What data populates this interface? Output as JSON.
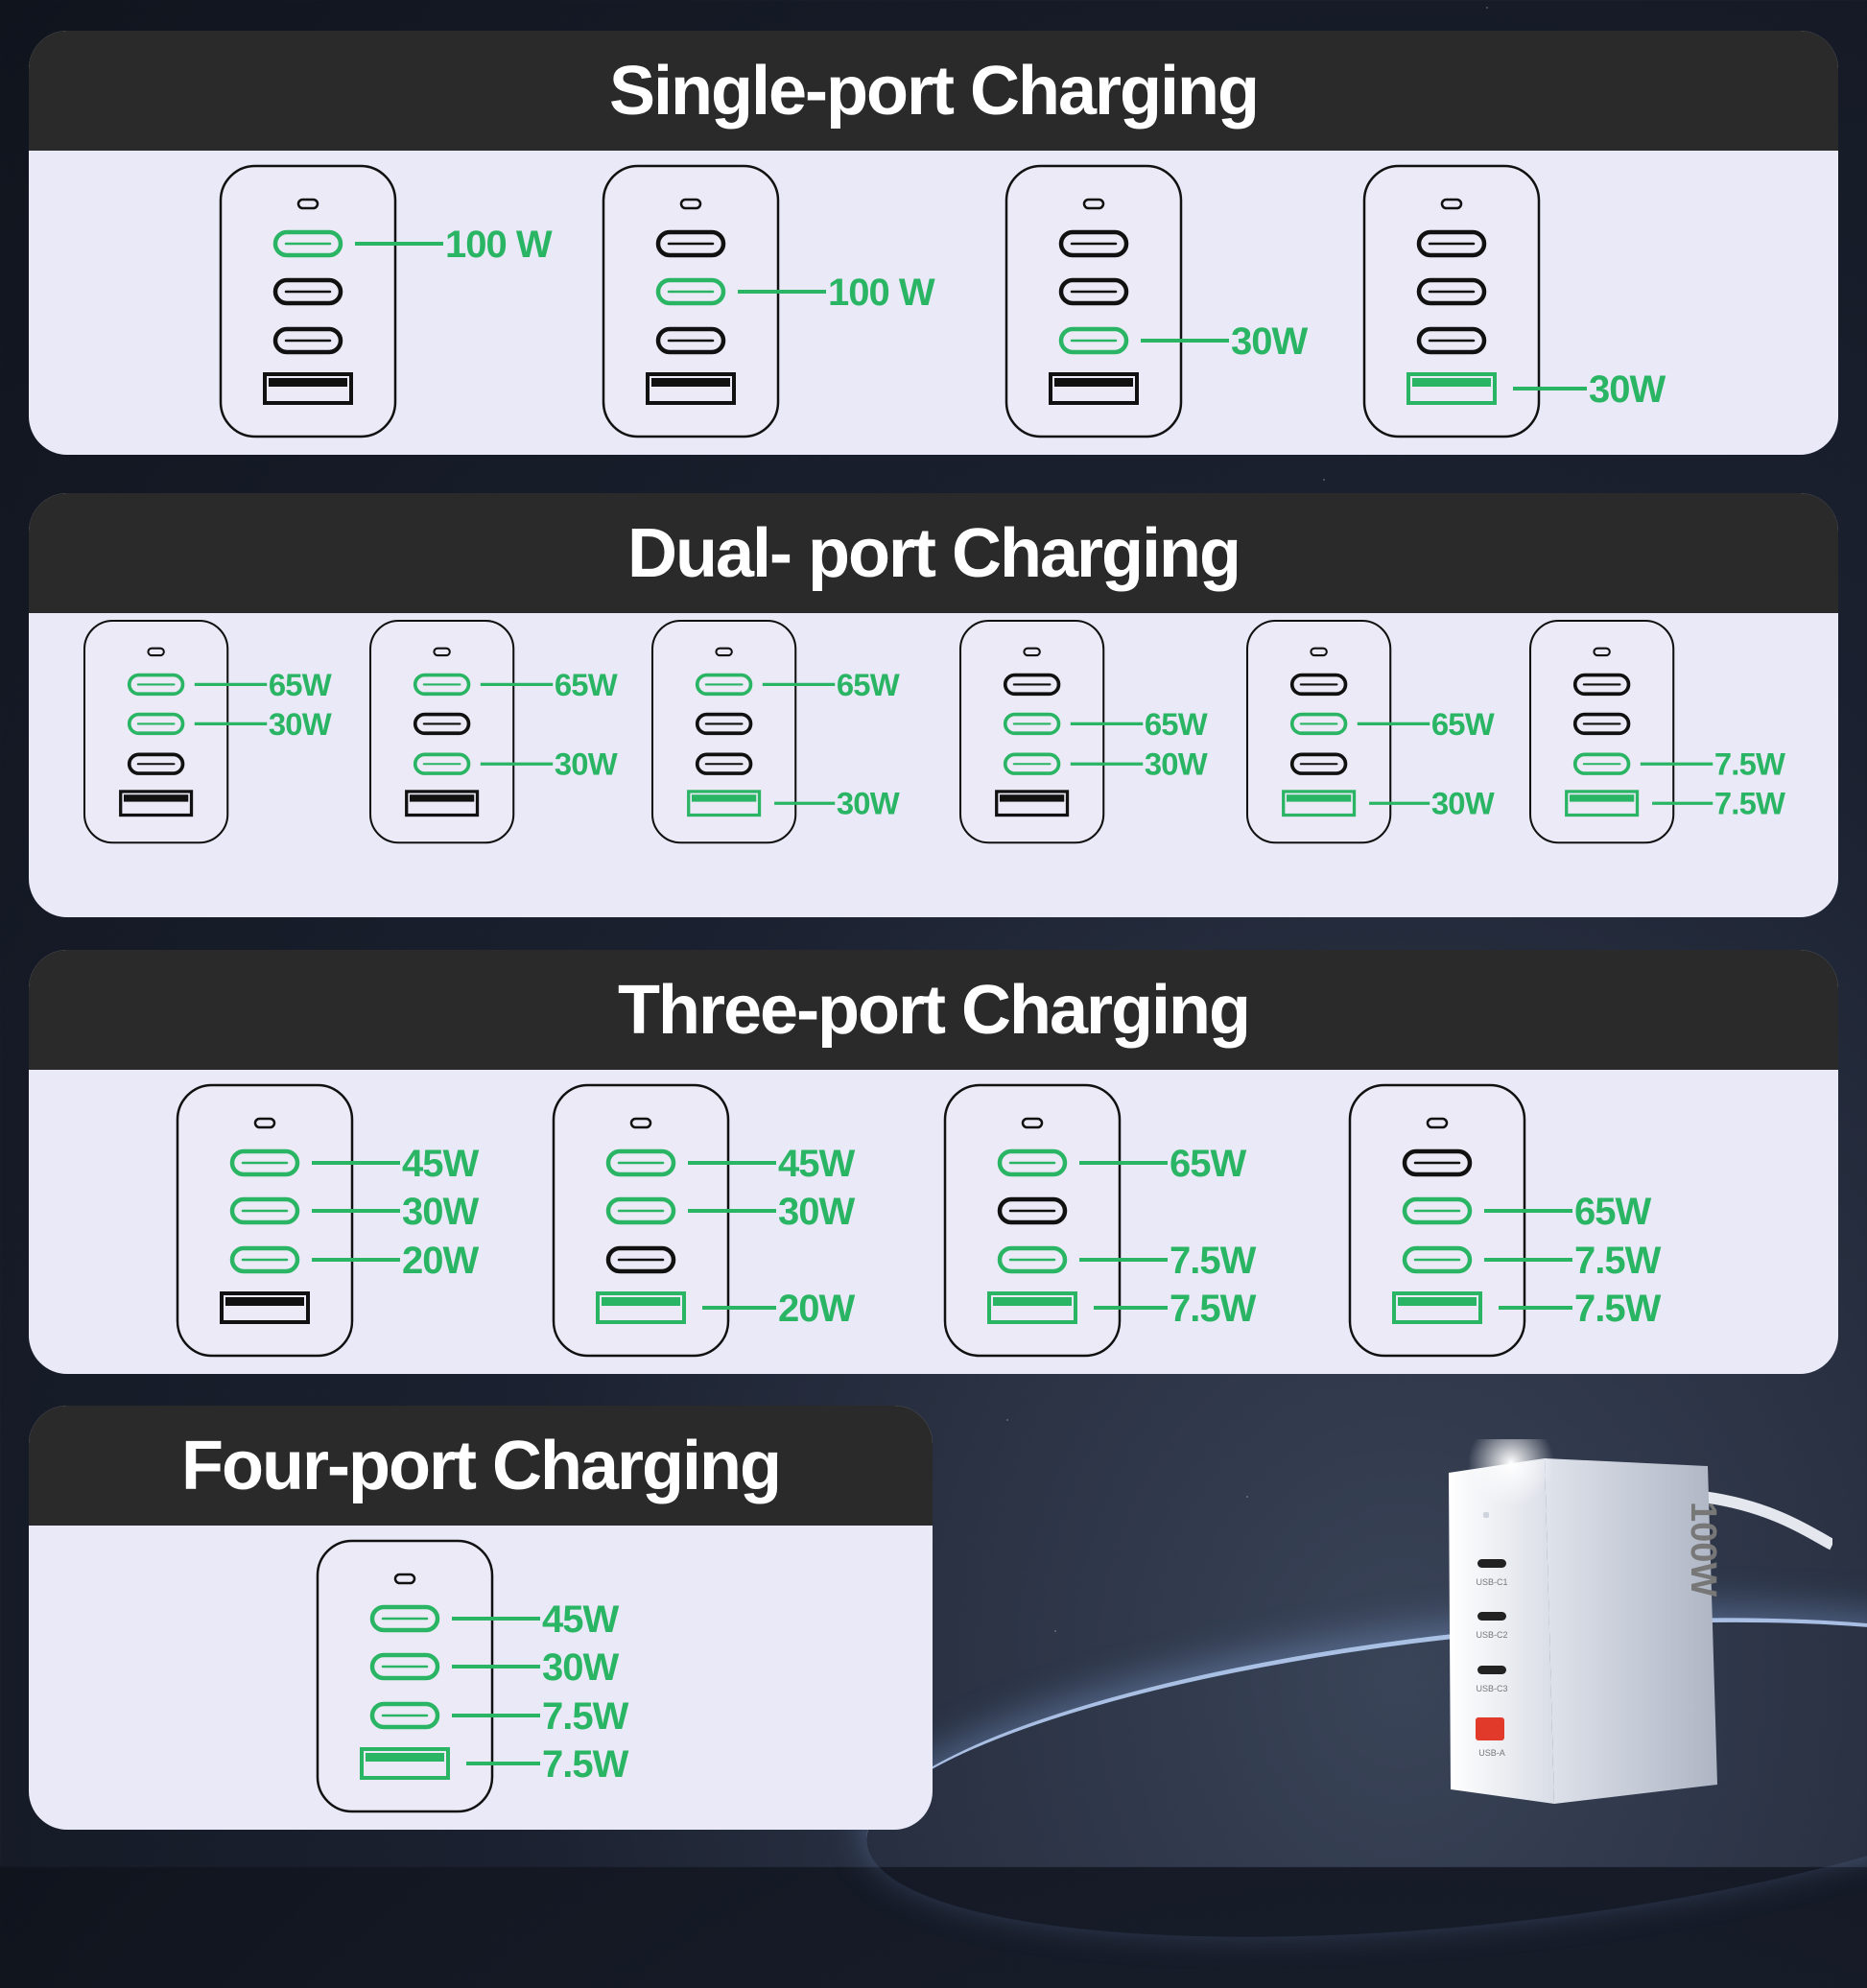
{
  "colors": {
    "active": "#2ab564",
    "inactive": "#111111",
    "panel": "#e9e9f7",
    "header": "#2a2a2a"
  },
  "sections": [
    {
      "title": "Single-port Charging",
      "configs": [
        {
          "ports": [
            {
              "type": "c",
              "active": true,
              "watt": "100 W"
            },
            {
              "type": "c",
              "active": false
            },
            {
              "type": "c",
              "active": false
            },
            {
              "type": "a",
              "active": false
            }
          ]
        },
        {
          "ports": [
            {
              "type": "c",
              "active": false
            },
            {
              "type": "c",
              "active": true,
              "watt": "100 W"
            },
            {
              "type": "c",
              "active": false
            },
            {
              "type": "a",
              "active": false
            }
          ]
        },
        {
          "ports": [
            {
              "type": "c",
              "active": false
            },
            {
              "type": "c",
              "active": false
            },
            {
              "type": "c",
              "active": true,
              "watt": "30W"
            },
            {
              "type": "a",
              "active": false
            }
          ]
        },
        {
          "ports": [
            {
              "type": "c",
              "active": false
            },
            {
              "type": "c",
              "active": false
            },
            {
              "type": "c",
              "active": false
            },
            {
              "type": "a",
              "active": true,
              "watt": "30W"
            }
          ]
        }
      ]
    },
    {
      "title": "Dual- port Charging",
      "configs": [
        {
          "ports": [
            {
              "type": "c",
              "active": true,
              "watt": "65W"
            },
            {
              "type": "c",
              "active": true,
              "watt": "30W"
            },
            {
              "type": "c",
              "active": false
            },
            {
              "type": "a",
              "active": false
            }
          ]
        },
        {
          "ports": [
            {
              "type": "c",
              "active": true,
              "watt": "65W"
            },
            {
              "type": "c",
              "active": false
            },
            {
              "type": "c",
              "active": true,
              "watt": "30W"
            },
            {
              "type": "a",
              "active": false
            }
          ]
        },
        {
          "ports": [
            {
              "type": "c",
              "active": true,
              "watt": "65W"
            },
            {
              "type": "c",
              "active": false
            },
            {
              "type": "c",
              "active": false
            },
            {
              "type": "a",
              "active": true,
              "watt": "30W"
            }
          ]
        },
        {
          "ports": [
            {
              "type": "c",
              "active": false
            },
            {
              "type": "c",
              "active": true,
              "watt": "65W"
            },
            {
              "type": "c",
              "active": true,
              "watt": "30W"
            },
            {
              "type": "a",
              "active": false
            }
          ]
        },
        {
          "ports": [
            {
              "type": "c",
              "active": false
            },
            {
              "type": "c",
              "active": true,
              "watt": "65W"
            },
            {
              "type": "c",
              "active": false
            },
            {
              "type": "a",
              "active": true,
              "watt": "30W"
            }
          ]
        },
        {
          "ports": [
            {
              "type": "c",
              "active": false
            },
            {
              "type": "c",
              "active": false
            },
            {
              "type": "c",
              "active": true,
              "watt": "7.5W"
            },
            {
              "type": "a",
              "active": true,
              "watt": "7.5W"
            }
          ]
        }
      ]
    },
    {
      "title": "Three-port Charging",
      "configs": [
        {
          "ports": [
            {
              "type": "c",
              "active": true,
              "watt": "45W"
            },
            {
              "type": "c",
              "active": true,
              "watt": "30W"
            },
            {
              "type": "c",
              "active": true,
              "watt": "20W"
            },
            {
              "type": "a",
              "active": false
            }
          ]
        },
        {
          "ports": [
            {
              "type": "c",
              "active": true,
              "watt": "45W"
            },
            {
              "type": "c",
              "active": true,
              "watt": "30W"
            },
            {
              "type": "c",
              "active": false
            },
            {
              "type": "a",
              "active": true,
              "watt": "20W"
            }
          ]
        },
        {
          "ports": [
            {
              "type": "c",
              "active": true,
              "watt": "65W"
            },
            {
              "type": "c",
              "active": false
            },
            {
              "type": "c",
              "active": true,
              "watt": "7.5W"
            },
            {
              "type": "a",
              "active": true,
              "watt": "7.5W"
            }
          ]
        },
        {
          "ports": [
            {
              "type": "c",
              "active": false
            },
            {
              "type": "c",
              "active": true,
              "watt": "65W"
            },
            {
              "type": "c",
              "active": true,
              "watt": "7.5W"
            },
            {
              "type": "a",
              "active": true,
              "watt": "7.5W"
            }
          ]
        }
      ]
    },
    {
      "title": "Four-port Charging",
      "configs": [
        {
          "ports": [
            {
              "type": "c",
              "active": true,
              "watt": "45W"
            },
            {
              "type": "c",
              "active": true,
              "watt": "30W"
            },
            {
              "type": "c",
              "active": true,
              "watt": "7.5W"
            },
            {
              "type": "a",
              "active": true,
              "watt": "7.5W"
            }
          ]
        }
      ]
    }
  ],
  "charger": {
    "brand_label": "100W",
    "port_labels": [
      "USB-C1",
      "USB-C2",
      "USB-C3",
      "USB-A"
    ]
  }
}
